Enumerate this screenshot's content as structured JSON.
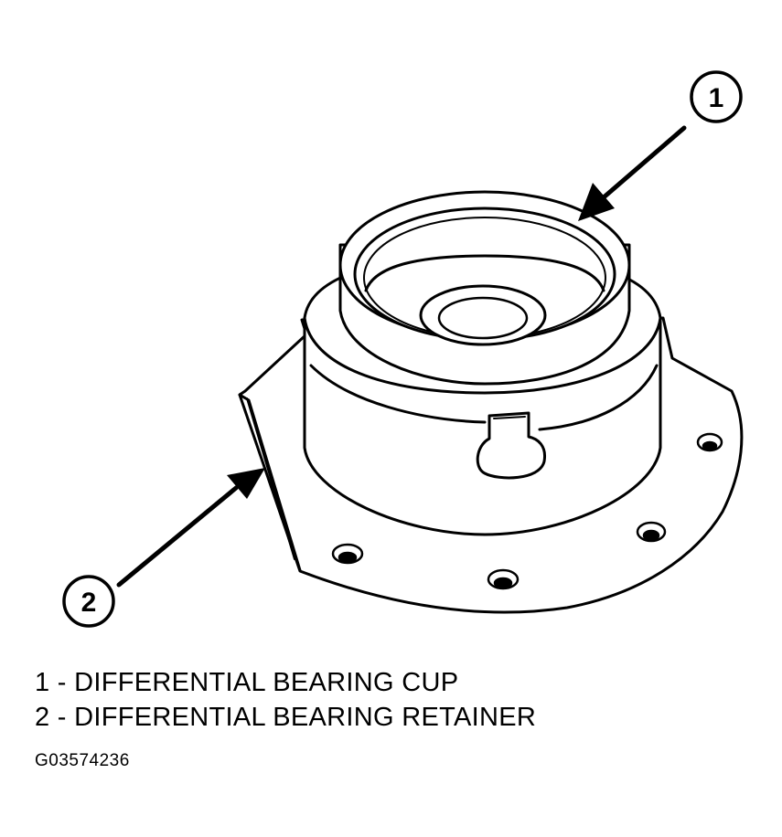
{
  "callouts": [
    {
      "number": "1"
    },
    {
      "number": "2"
    }
  ],
  "legend": [
    {
      "number": "1",
      "separator": " - ",
      "text": "DIFFERENTIAL BEARING CUP"
    },
    {
      "number": "2",
      "separator": " - ",
      "text": "DIFFERENTIAL BEARING RETAINER"
    }
  ],
  "figure_id": "G03574236"
}
